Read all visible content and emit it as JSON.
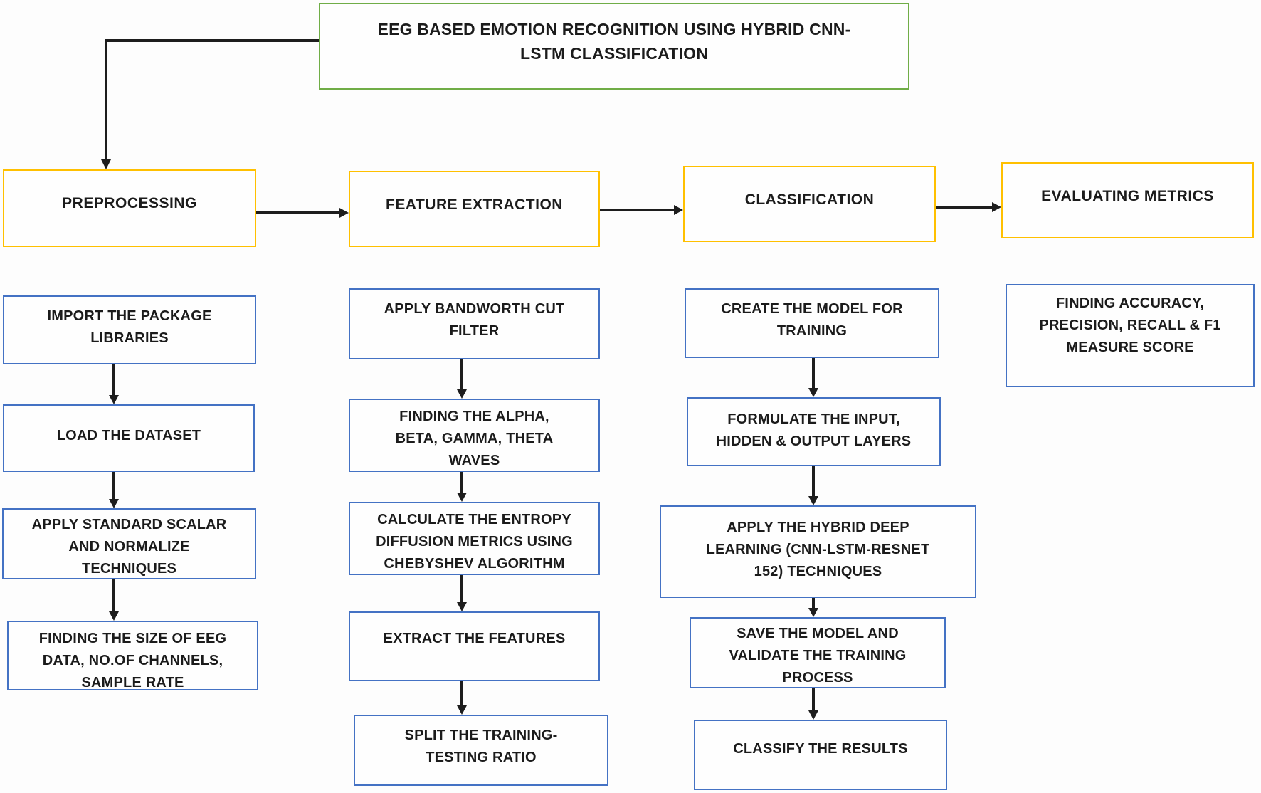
{
  "title": "EEG BASED EMOTION RECOGNITION USING HYBRID CNN-\nLSTM CLASSIFICATION",
  "colors": {
    "title_border": "#70ad47",
    "stage_border": "#ffc000",
    "step_border": "#4472c4",
    "arrow": "#1d1d1d",
    "text": "#1b1b1b",
    "background": "#fdfdfd"
  },
  "stages": [
    {
      "label": "PREPROCESSING",
      "steps": [
        "IMPORT THE PACKAGE\nLIBRARIES",
        "LOAD THE DATASET",
        "APPLY STANDARD SCALAR\nAND NORMALIZE\nTECHNIQUES",
        "FINDING THE SIZE OF EEG\nDATA, NO.OF CHANNELS,\nSAMPLE RATE"
      ]
    },
    {
      "label": "FEATURE EXTRACTION",
      "steps": [
        "APPLY BANDWORTH CUT\nFILTER",
        "FINDING THE ALPHA,\nBETA, GAMMA, THETA\nWAVES",
        "CALCULATE THE ENTROPY\nDIFFUSION METRICS USING\nCHEBYSHEV ALGORITHM",
        "EXTRACT THE FEATURES",
        "SPLIT THE TRAINING-\nTESTING RATIO"
      ]
    },
    {
      "label": "CLASSIFICATION",
      "steps": [
        "CREATE THE MODEL FOR\nTRAINING",
        "FORMULATE THE INPUT,\nHIDDEN & OUTPUT LAYERS",
        "APPLY THE HYBRID DEEP\nLEARNING (CNN-LSTM-RESNET\n152) TECHNIQUES",
        "SAVE THE MODEL AND\nVALIDATE THE TRAINING\nPROCESS",
        "CLASSIFY THE RESULTS"
      ]
    },
    {
      "label": "EVALUATING METRICS",
      "steps": [
        "FINDING ACCURACY,\nPRECISION, RECALL & F1\nMEASURE SCORE"
      ]
    }
  ]
}
